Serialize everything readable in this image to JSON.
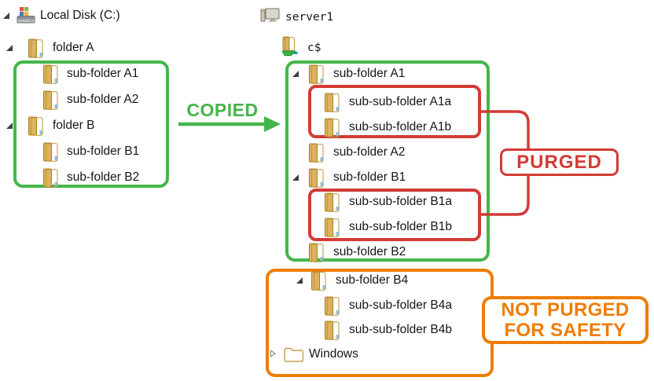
{
  "colors": {
    "green": "#45b54a",
    "red": "#d23b35",
    "orange": "#ef7d05",
    "text": "#161616"
  },
  "left_tree": {
    "items": [
      {
        "label": "Local Disk (C:)",
        "icon": "disk"
      },
      {
        "label": "folder A",
        "icon": "folder"
      },
      {
        "label": "sub-folder A1",
        "icon": "folder"
      },
      {
        "label": "sub-folder A2",
        "icon": "folder"
      },
      {
        "label": "folder B",
        "icon": "folder"
      },
      {
        "label": "sub-folder B1",
        "icon": "folder"
      },
      {
        "label": "sub-folder B2",
        "icon": "folder"
      }
    ]
  },
  "right_tree": {
    "items": [
      {
        "label": "server1",
        "icon": "computer"
      },
      {
        "label": "c$",
        "icon": "shared-folder"
      },
      {
        "label": "sub-folder A1",
        "icon": "folder"
      },
      {
        "label": "sub-sub-folder A1a",
        "icon": "folder"
      },
      {
        "label": "sub-sub-folder A1b",
        "icon": "folder"
      },
      {
        "label": "sub-folder A2",
        "icon": "folder"
      },
      {
        "label": "sub-folder B1",
        "icon": "folder"
      },
      {
        "label": "sub-sub-folder B1a",
        "icon": "folder"
      },
      {
        "label": "sub-sub-folder B1b",
        "icon": "folder"
      },
      {
        "label": "sub-folder B2",
        "icon": "folder"
      },
      {
        "label": "sub-folder B4",
        "icon": "folder"
      },
      {
        "label": "sub-sub-folder B4a",
        "icon": "folder"
      },
      {
        "label": "sub-sub-folder B4b",
        "icon": "folder"
      },
      {
        "label": "Windows",
        "icon": "folder-wide"
      }
    ]
  },
  "annotations": {
    "copied": "COPIED",
    "purged": "PURGED",
    "not_purged_line1": "NOT PURGED",
    "not_purged_line2": "FOR SAFETY"
  }
}
